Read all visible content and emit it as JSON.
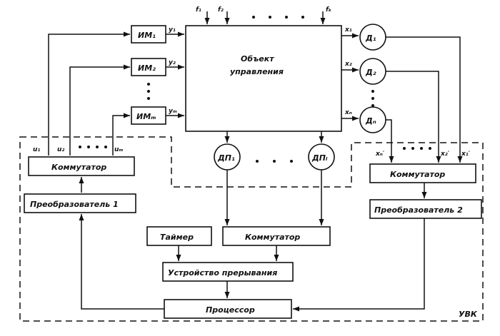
{
  "blocks": {
    "object": [
      "Объект",
      "управления"
    ],
    "im1": "ИМ₁",
    "im2": "ИМ₂",
    "imm": "ИМₘ",
    "d1": "Д₁",
    "d2": "Д₂",
    "dn": "Дₙ",
    "dp1": "ДП₁",
    "dpl": "ДПₗ",
    "kommutator_left": "Коммутатор",
    "preobrazovatel_1": "Преобразователь 1",
    "kommutator_right": "Коммутатор",
    "preobrazovatel_2": "Преобразователь 2",
    "taimer": "Таймер",
    "kommutator_center": "Коммутатор",
    "ustroistvo": "Устройство прерывания",
    "processor": "Процессор"
  },
  "signals": {
    "f1": "f₁",
    "f2": "f₂",
    "fk": "fₖ",
    "y1": "y₁",
    "y2": "y₂",
    "ym": "yₘ",
    "x1": "x₁",
    "x2": "x₂",
    "xn": "xₙ",
    "u1": "u₁",
    "u2": "u₂",
    "um": "uₘ",
    "xn_prime": "xₙ′",
    "x2_prime": "x₂′",
    "x1_prime": "x₁′"
  },
  "region_label": "УВК"
}
